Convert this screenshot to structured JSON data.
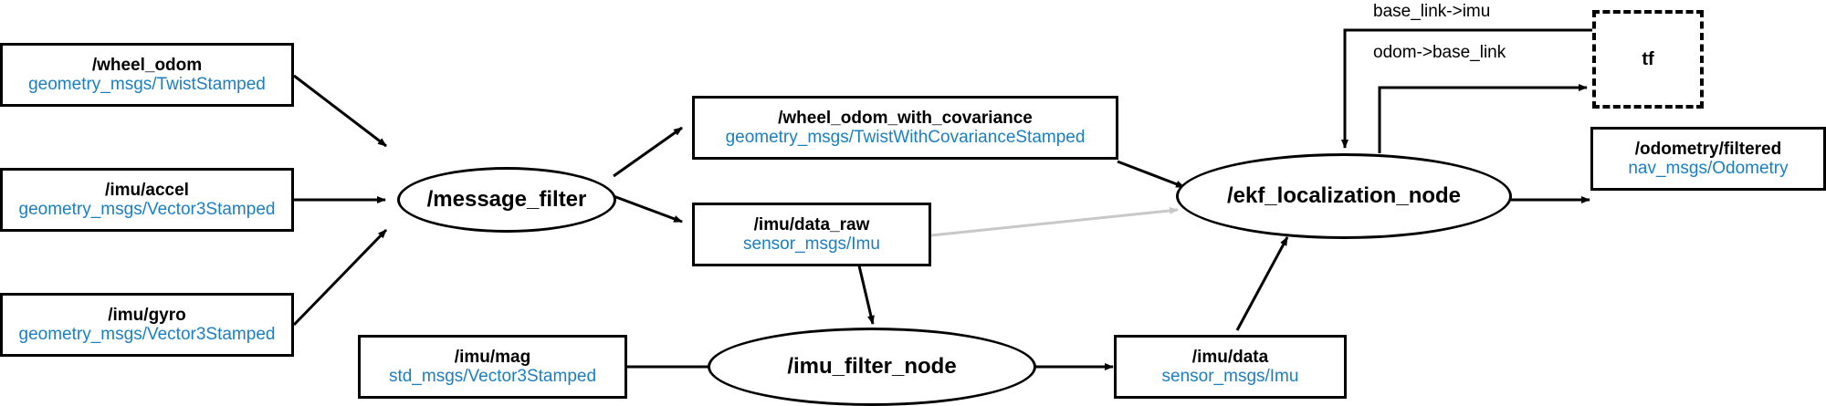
{
  "diagram": {
    "title": "ROS computation graph: EKF localization pipeline",
    "background": "#ffffff",
    "topic_color": "#000000",
    "msgtype_color": "#1a7fc1",
    "edge_color": "#000000",
    "faded_edge_color": "#c8c8c8"
  },
  "topics": {
    "wheel_odom": {
      "name": "/wheel_odom",
      "type": "geometry_msgs/TwistStamped"
    },
    "imu_accel": {
      "name": "/imu/accel",
      "type": "geometry_msgs/Vector3Stamped"
    },
    "imu_gyro": {
      "name": "/imu/gyro",
      "type": "geometry_msgs/Vector3Stamped"
    },
    "wheel_odom_cov": {
      "name": "/wheel_odom_with_covariance",
      "type": "geometry_msgs/TwistWithCovarianceStamped"
    },
    "imu_data_raw": {
      "name": "/imu/data_raw",
      "type": "sensor_msgs/Imu"
    },
    "imu_mag": {
      "name": "/imu/mag",
      "type": "std_msgs/Vector3Stamped"
    },
    "imu_data": {
      "name": "/imu/data",
      "type": "sensor_msgs/Imu"
    },
    "odometry_filtered": {
      "name": "/odometry/filtered",
      "type": "nav_msgs/Odometry"
    }
  },
  "nodes": {
    "message_filter": {
      "name": "/message_filter"
    },
    "imu_filter_node": {
      "name": "/imu_filter_node"
    },
    "ekf_localization_node": {
      "name": "/ekf_localization_node"
    },
    "tf": {
      "name": "tf"
    }
  },
  "edge_labels": {
    "base_link_imu": "base_link->imu",
    "odom_base_link": "odom->base_link"
  }
}
